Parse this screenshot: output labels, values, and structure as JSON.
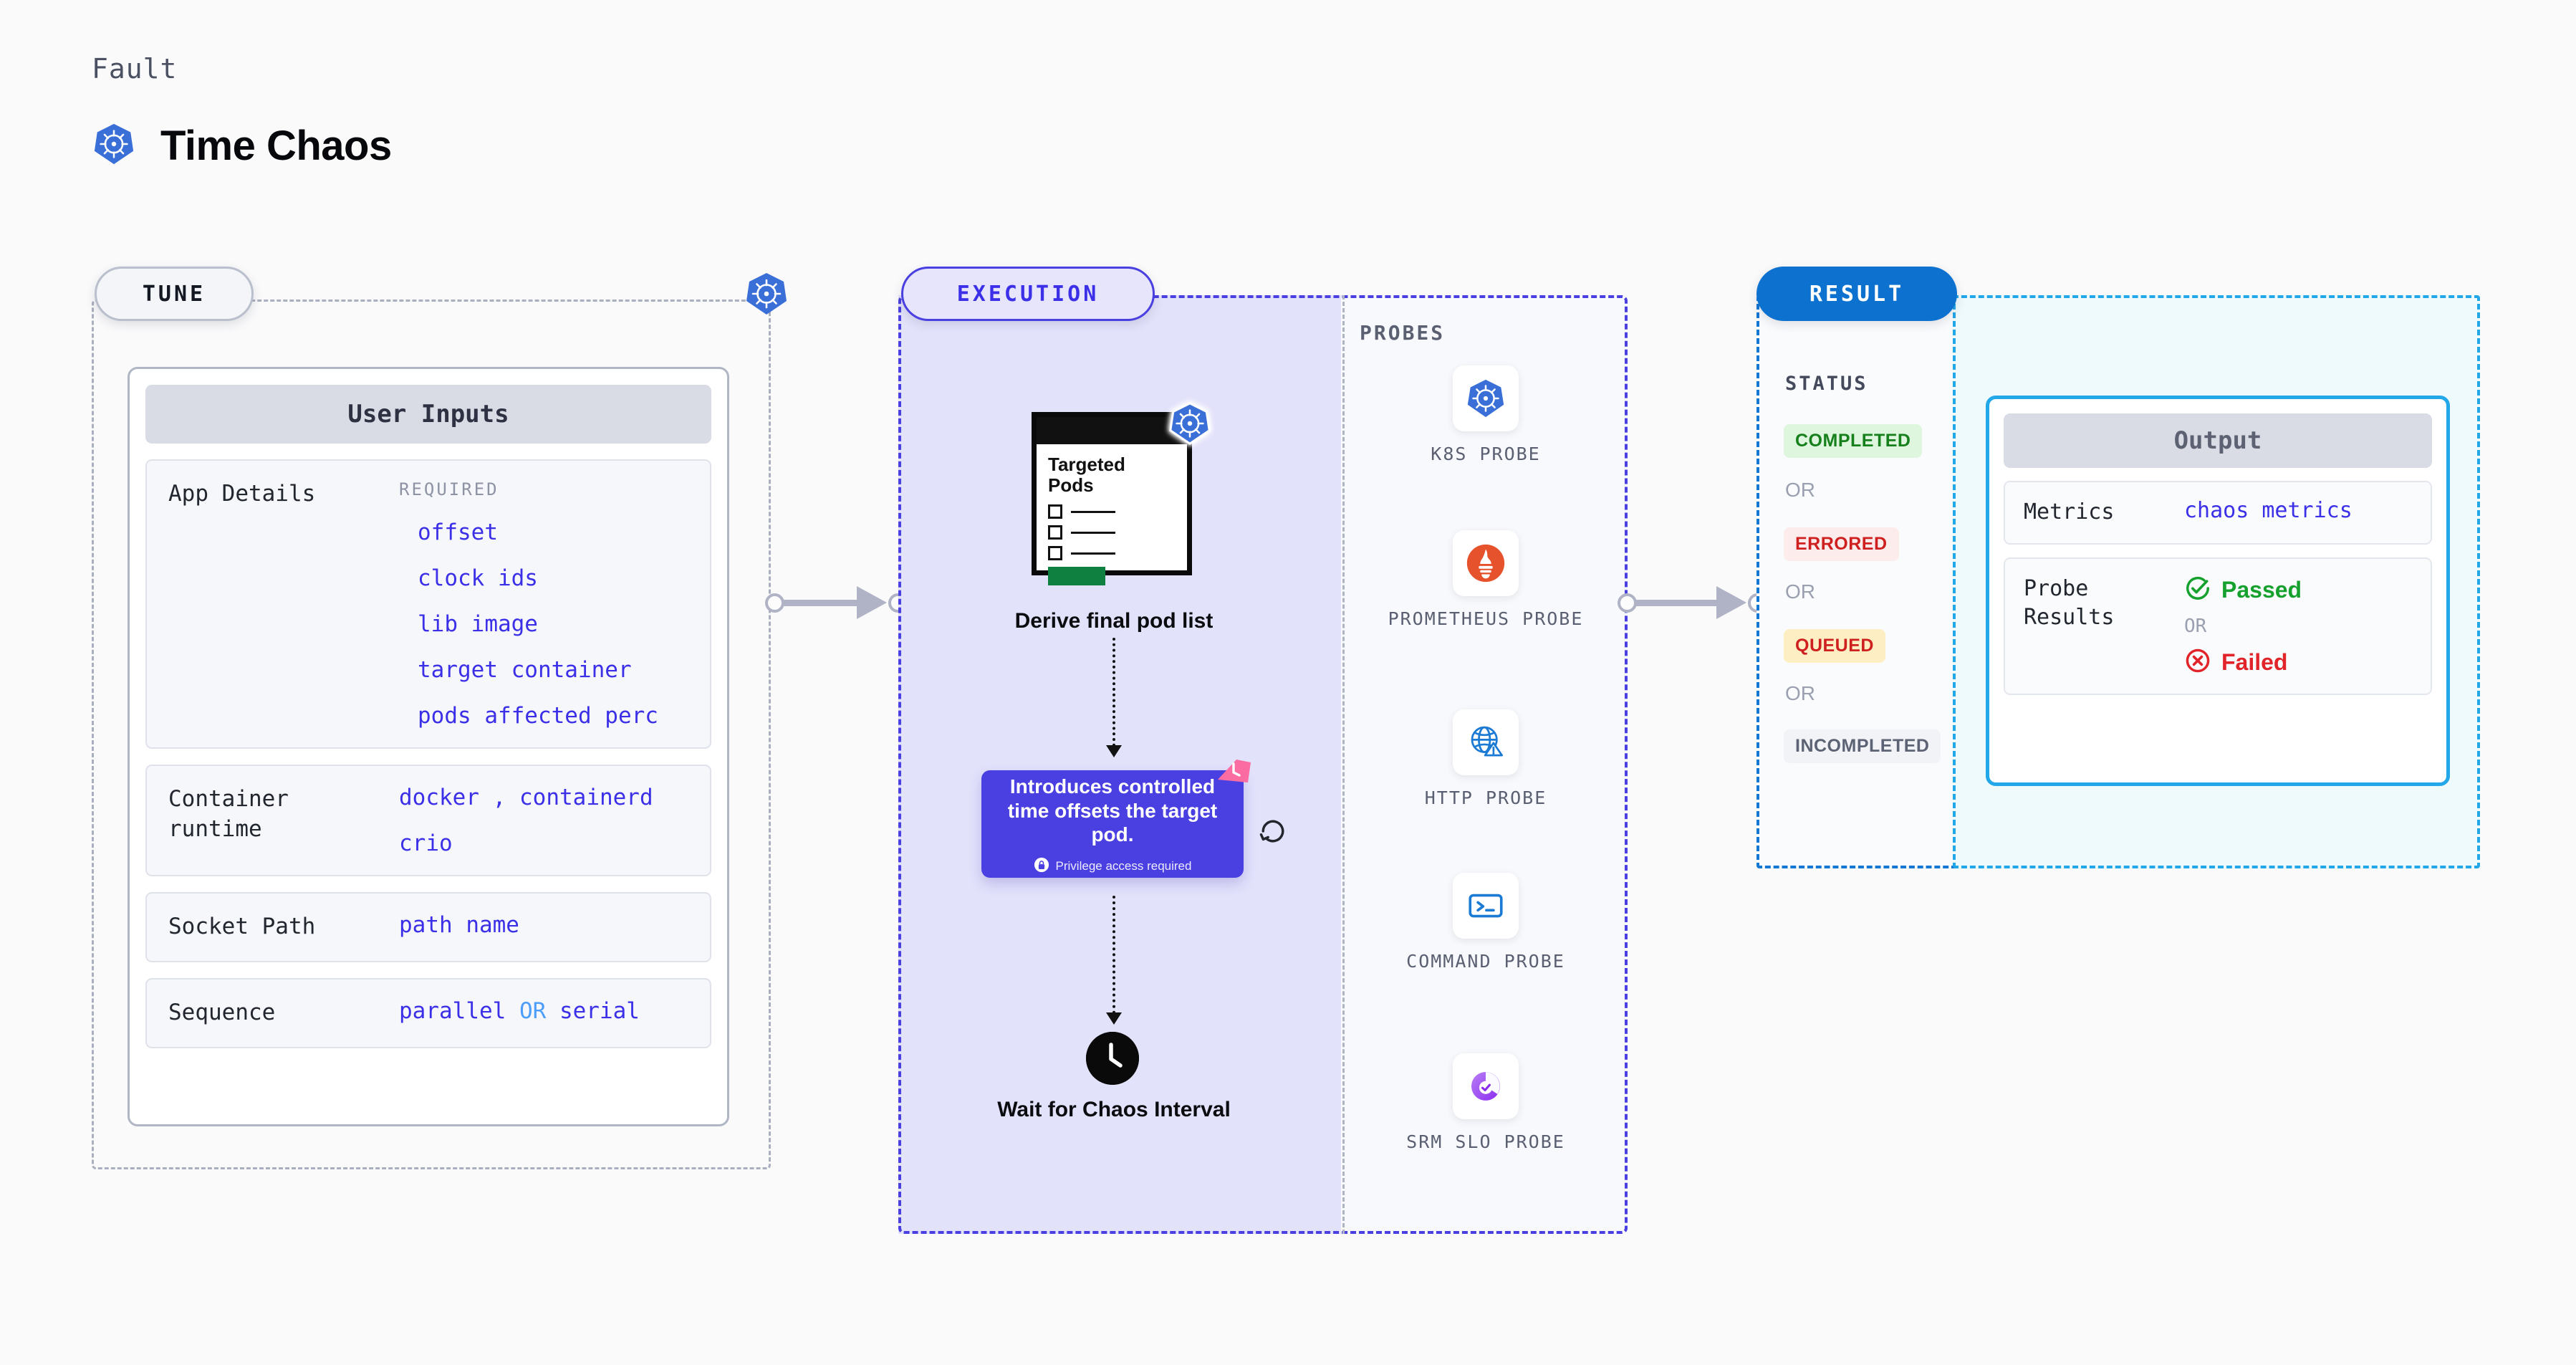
{
  "header": {
    "kicker": "Fault",
    "title": "Time Chaos",
    "icon": "kubernetes-icon"
  },
  "tune": {
    "pill": "TUNE",
    "badge_icon": "kubernetes-icon",
    "card_title": "User Inputs",
    "fields": [
      {
        "label": "App Details",
        "required_note": "REQUIRED",
        "values": [
          "offset",
          "clock ids",
          "lib image",
          "target container",
          "pods affected perc"
        ]
      },
      {
        "label": "Container runtime",
        "values_line1": "docker",
        "separator": ",",
        "values_line1b": "containerd",
        "values_line2": "crio"
      },
      {
        "label": "Socket Path",
        "value": "path name"
      },
      {
        "label": "Sequence",
        "value_a": "parallel",
        "or": "OR",
        "value_b": "serial"
      }
    ]
  },
  "execution": {
    "pill": "EXECUTION",
    "pods_node": {
      "title": "Targeted Pods",
      "caption": "Derive final pod list",
      "badge_icon": "kubernetes-icon"
    },
    "fault_card": {
      "text": "Introduces controlled time offsets the target pod.",
      "privilege_note": "Privilege access required",
      "lock_icon": "lock-icon",
      "badge_icon": "clock-fault-icon",
      "refresh_icon": "refresh-icon",
      "color": "#4a3fe0"
    },
    "wait_node": {
      "caption": "Wait for Chaos Interval",
      "icon": "clock-icon"
    }
  },
  "probes": {
    "label": "PROBES",
    "items": [
      {
        "label": "K8S PROBE",
        "icon": "kubernetes-icon"
      },
      {
        "label": "PROMETHEUS PROBE",
        "icon": "prometheus-icon"
      },
      {
        "label": "HTTP PROBE",
        "icon": "globe-warning-icon"
      },
      {
        "label": "COMMAND PROBE",
        "icon": "terminal-icon"
      },
      {
        "label": "SRM SLO PROBE",
        "icon": "srm-slo-icon"
      }
    ]
  },
  "result": {
    "pill": "RESULT",
    "status_label": "STATUS",
    "or": "OR",
    "statuses": [
      {
        "text": "COMPLETED",
        "bg": "#ddf6dd",
        "color": "#16801c"
      },
      {
        "text": "ERRORED",
        "bg": "#fdecec",
        "color": "#cf2020"
      },
      {
        "text": "QUEUED",
        "bg": "#fdeec3",
        "color": "#cf2020"
      },
      {
        "text": "INCOMPLETED",
        "bg": "#f1f3f7",
        "color": "#5c6375"
      }
    ],
    "output": {
      "title": "Output",
      "metrics_label": "Metrics",
      "metrics_value": "chaos metrics",
      "probe_results_label": "Probe Results",
      "passed": "Passed",
      "failed": "Failed",
      "or": "OR"
    }
  }
}
